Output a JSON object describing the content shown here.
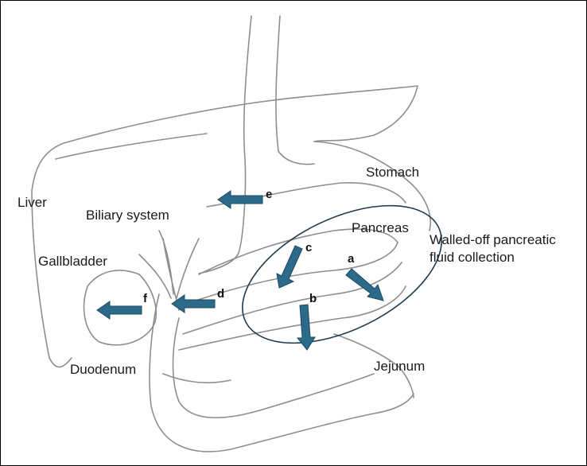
{
  "labels": {
    "liver": "Liver",
    "biliary_system": "Biliary system",
    "gallbladder": "Gallbladder",
    "duodenum": "Duodenum",
    "stomach": "Stomach",
    "pancreas": "Pancreas",
    "walled_off_line1": "Walled-off pancreatic",
    "walled_off_line2": "fluid collection",
    "jejunum": "Jejunum"
  },
  "arrows": {
    "a": "a",
    "b": "b",
    "c": "c",
    "d": "d",
    "e": "e",
    "f": "f"
  },
  "colors": {
    "arrow": "#2c6a8a",
    "ellipse": "#1e3a4e",
    "pencil": "#8a8a8a"
  }
}
